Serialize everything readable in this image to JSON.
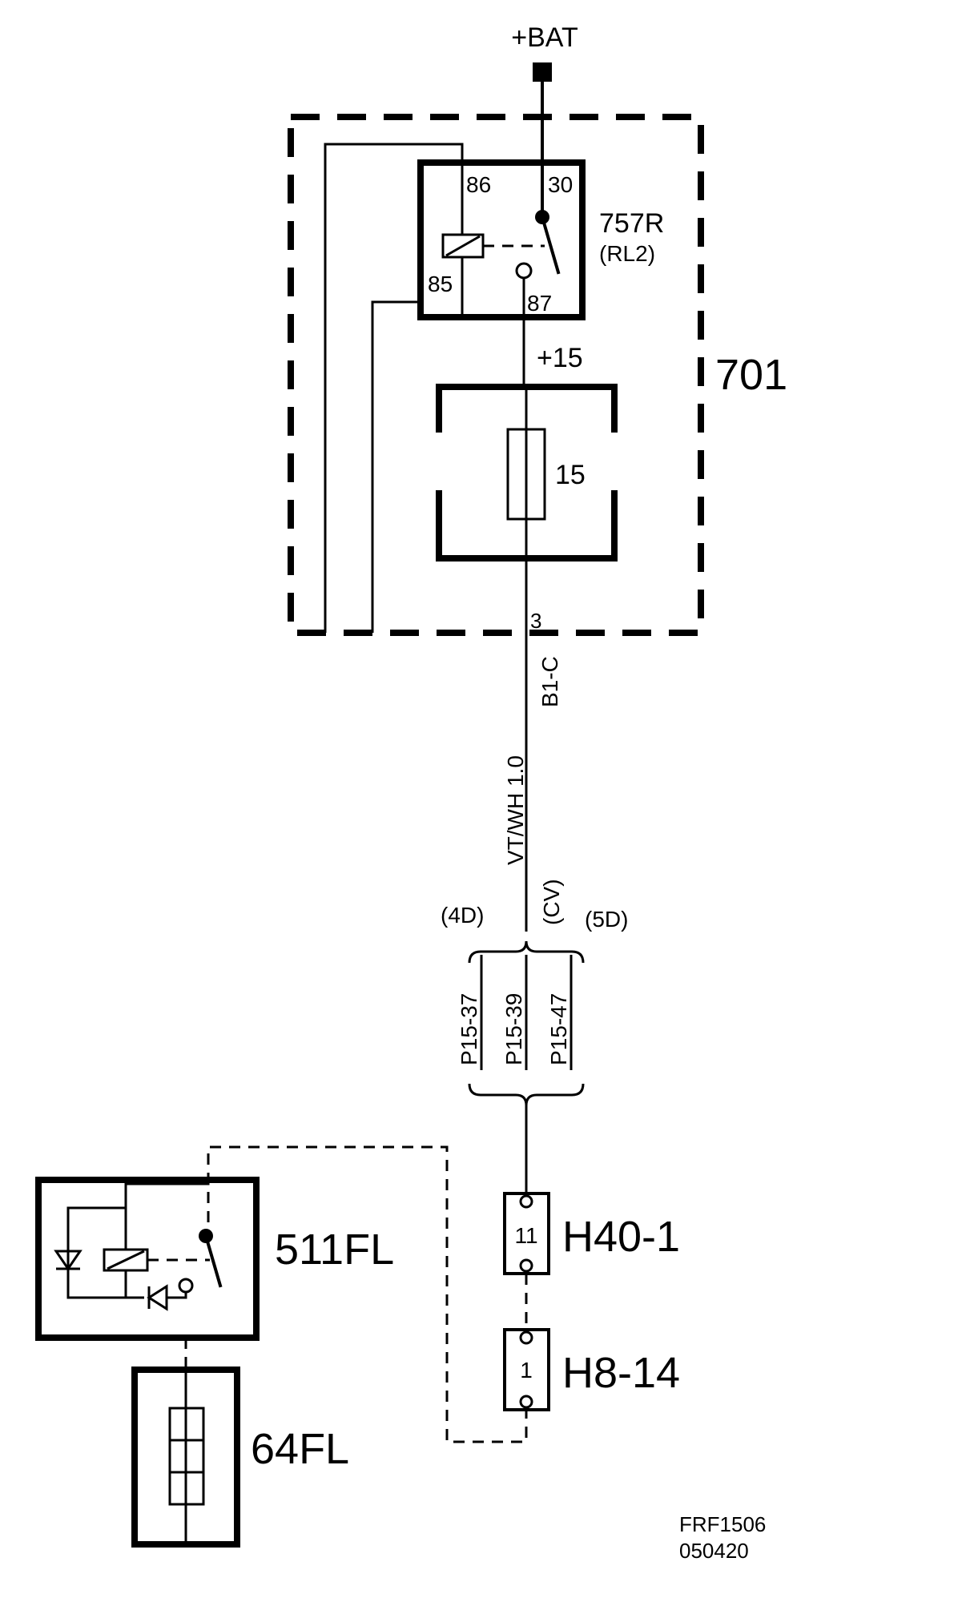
{
  "power": {
    "bat_label": "+BAT",
    "ign_label": "+15"
  },
  "module_701": {
    "label": "701"
  },
  "relay_757R": {
    "label": "757R",
    "sub_label": "(RL2)",
    "pin_86": "86",
    "pin_30": "30",
    "pin_85": "85",
    "pin_87": "87"
  },
  "fuse": {
    "label": "15"
  },
  "connector_b1c": {
    "pin": "3",
    "label": "B1-C"
  },
  "wire": {
    "spec": "VT/WH  1.0"
  },
  "variants": {
    "cv": "(CV)",
    "d4": "(4D)",
    "d5": "(5D)",
    "splices": [
      "P15-37",
      "P15-39",
      "P15-47"
    ]
  },
  "connectors": {
    "h40": {
      "pin": "11",
      "label": "H40-1"
    },
    "h8": {
      "pin": "1",
      "label": "H8-14"
    }
  },
  "components": {
    "relay_511": {
      "label": "511FL"
    },
    "heater_64": {
      "label": "64FL"
    }
  },
  "footer": {
    "ref": "FRF1506",
    "date": "050420"
  }
}
